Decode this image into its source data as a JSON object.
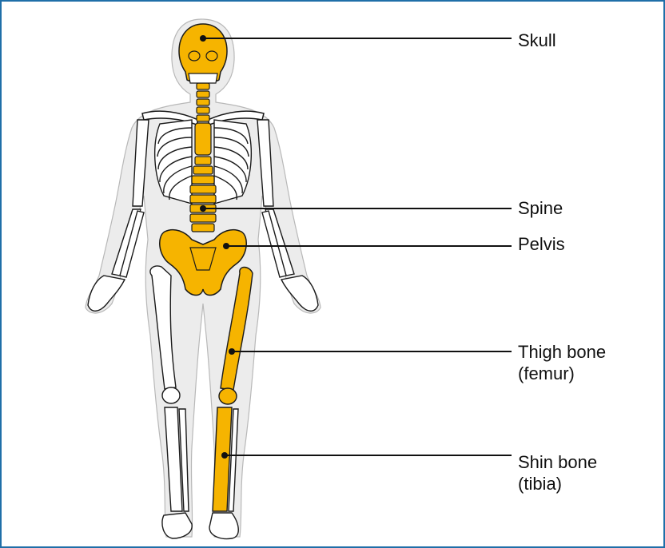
{
  "colors": {
    "frame": "#1f6fa8",
    "body_outline": "#ececec",
    "bone": "#ffffff",
    "bone_outline": "#1a1a1a",
    "highlight": "#f6b400",
    "leader_line": "#111111"
  },
  "labels": {
    "skull": "Skull",
    "spine": "Spine",
    "pelvis": "Pelvis",
    "femur_line1": "Thigh bone",
    "femur_line2": "(femur)",
    "tibia_line1": "Shin bone",
    "tibia_line2": "(tibia)"
  },
  "highlighted_bones": [
    "skull",
    "spine",
    "pelvis",
    "femur",
    "tibia"
  ]
}
